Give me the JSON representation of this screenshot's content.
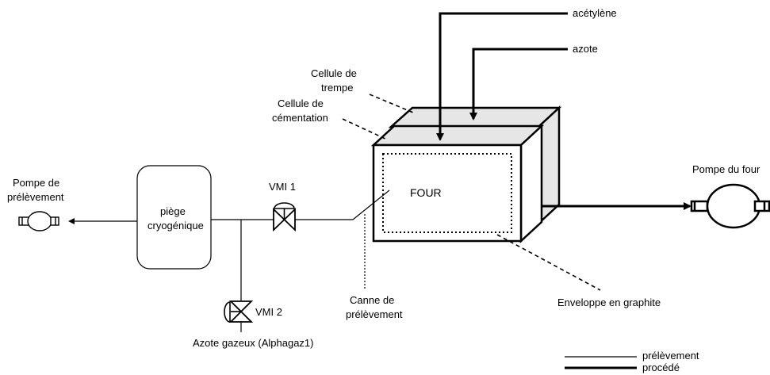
{
  "labels": {
    "acetylene": "acétylène",
    "azote": "azote",
    "cellule_trempe_l1": "Cellule de",
    "cellule_trempe_l2": "trempe",
    "cellule_cementation_l1": "Cellule de",
    "cellule_cementation_l2": "cémentation",
    "four": "FOUR",
    "pompe_four": "Pompe du four",
    "pompe_prelevement_l1": "Pompe de",
    "pompe_prelevement_l2": "prélèvement",
    "piege_l1": "piège",
    "piege_l2": "cryogénique",
    "vmi1": "VMI 1",
    "vmi2": "VMI 2",
    "azote_gazeux": "Azote gazeux (Alphagaz1)",
    "canne_l1": "Canne de",
    "canne_l2": "prélèvement",
    "enveloppe": "Enveloppe en graphite"
  },
  "legend": {
    "thin": "prélèvement",
    "thick": "procédé"
  },
  "colors": {
    "line": "#000000",
    "cell_fill": "#e8e8e8",
    "background": "#ffffff"
  }
}
